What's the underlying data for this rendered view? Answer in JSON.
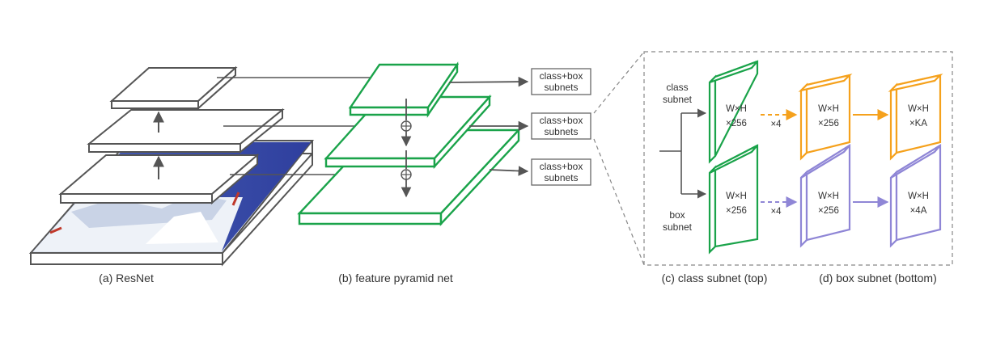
{
  "captions": {
    "resnet": "(a) ResNet",
    "fpn": "(b) feature pyramid net",
    "class_subnet": "(c) class subnet (top)",
    "box_subnet": "(d) box subnet (bottom)"
  },
  "subnet_boxes": {
    "line1": "class+box",
    "line2": "subnets"
  },
  "branch_labels": {
    "class": [
      "class",
      "subnet"
    ],
    "box": [
      "box",
      "subnet"
    ]
  },
  "feature_maps": {
    "class_first": [
      "W×H",
      "×256"
    ],
    "class_mid": [
      "W×H",
      "×256"
    ],
    "class_out": [
      "W×H",
      "×KA"
    ],
    "box_first": [
      "W×H",
      "×256"
    ],
    "box_mid": [
      "W×H",
      "×256"
    ],
    "box_out": [
      "W×H",
      "×4A"
    ]
  },
  "repeat_labels": {
    "class": "×4",
    "box": "×4"
  },
  "colors": {
    "pyramid_green": "#1aa34a",
    "class_orange": "#f5a11c",
    "box_purple": "#8f86d6",
    "resnet_gray": "#555555",
    "arrow_gray": "#555555"
  }
}
